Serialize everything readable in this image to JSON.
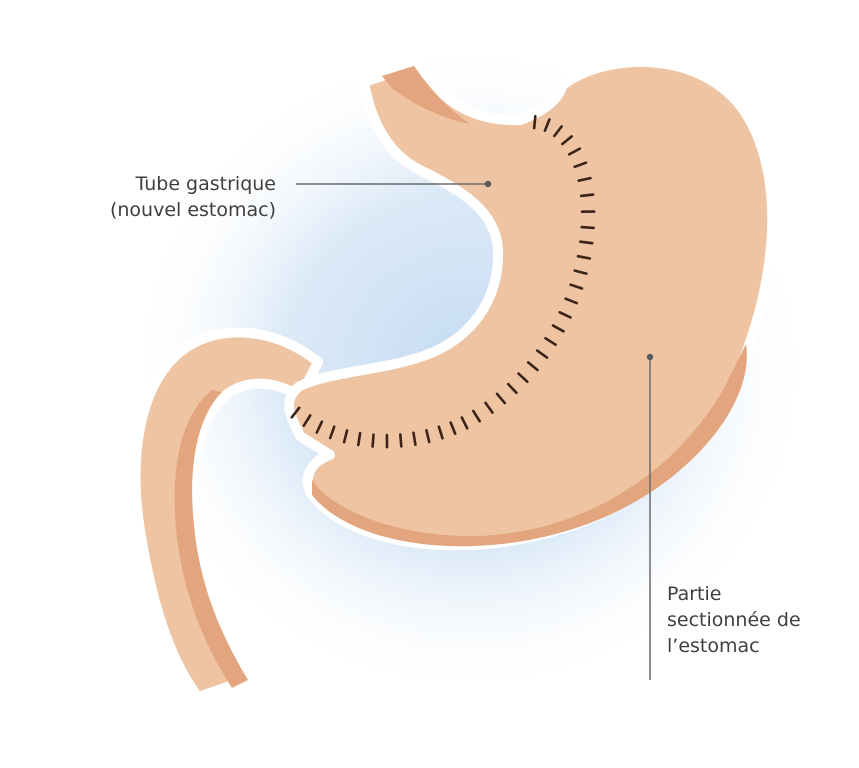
{
  "labels": {
    "tube_gastrique": {
      "line1": "Tube gastrique",
      "line2": "(nouvel estomac)"
    },
    "partie_sectionnee": {
      "line1": "Partie",
      "line2": "sectionnée de",
      "line3": "l’estomac"
    }
  },
  "colors": {
    "background": "#ffffff",
    "glow": "#c4dbf2",
    "stomach_fill": "#eec4a3",
    "stomach_shade": "#e2a57d",
    "outline": "#ffffff",
    "staples": "#3a2418",
    "leader_line": "#6b6b6b",
    "text": "#3f3f3f"
  }
}
